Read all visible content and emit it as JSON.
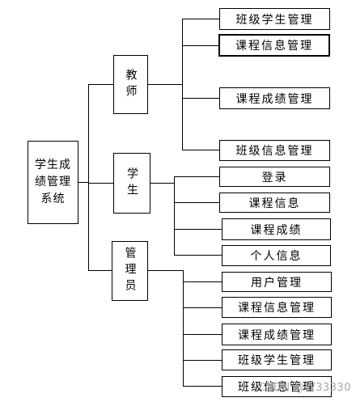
{
  "diagram": {
    "root": "学生成绩管理系统",
    "roles": [
      {
        "name": "教师",
        "children": [
          "班级学生管理",
          "课程信息管理",
          "课程成绩管理",
          "班级信息管理"
        ]
      },
      {
        "name": "学生",
        "children": [
          "登录",
          "课程信息",
          "课程成绩",
          "个人信息"
        ]
      },
      {
        "name": "管理员",
        "children": [
          "用户管理",
          "课程信息管理",
          "课程成绩管理",
          "班级学生管理",
          "班级信息管理"
        ]
      }
    ]
  },
  "watermark": "CSDN @W33330"
}
